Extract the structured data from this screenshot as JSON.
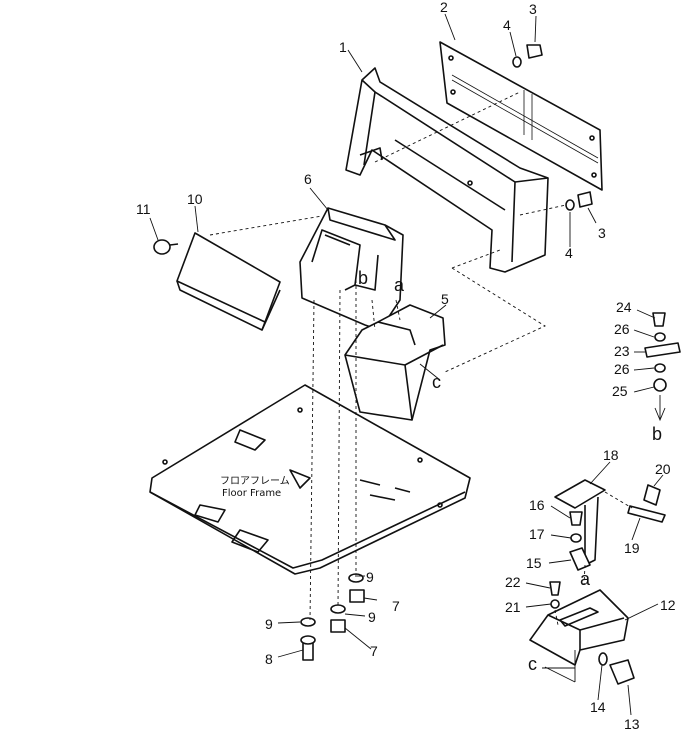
{
  "callouts": [
    "1",
    "2",
    "3",
    "4",
    "5",
    "6",
    "7",
    "8",
    "9",
    "10",
    "11",
    "12",
    "13",
    "14",
    "15",
    "16",
    "17",
    "18",
    "19",
    "20",
    "21",
    "22",
    "23",
    "24",
    "25",
    "26"
  ],
  "letters": {
    "a": "a",
    "b": "b",
    "c": "c"
  },
  "floor_frame": {
    "jp": "フロアフレーム",
    "en": "Floor Frame"
  }
}
